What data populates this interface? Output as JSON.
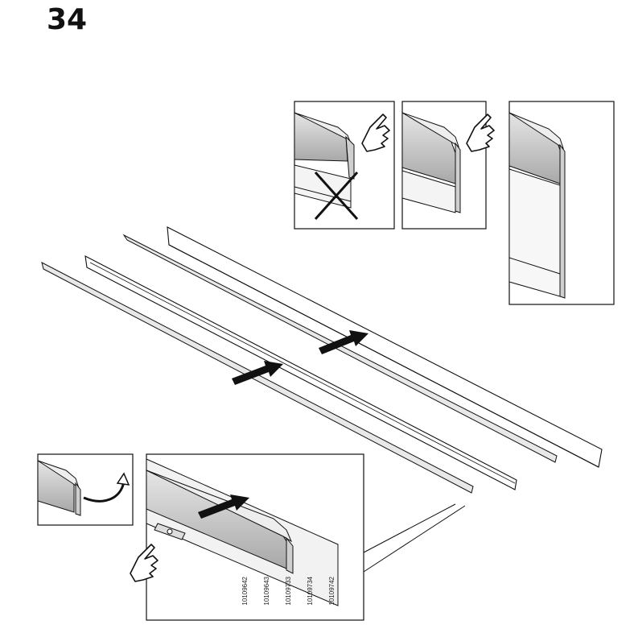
{
  "step": {
    "number": "34"
  },
  "part_codes": [
    "10109642",
    "10109643",
    "10109733",
    "10109734",
    "10109742"
  ],
  "icons": {
    "wrong": "cross-mark-icon",
    "press": "pointing-hand-icon",
    "rotate": "rotate-arrow-icon",
    "direction": "arrow-icon"
  },
  "colors": {
    "line": "#111111",
    "profile_fill": "#d9d9d9",
    "profile_dark": "#9a9a9a"
  }
}
